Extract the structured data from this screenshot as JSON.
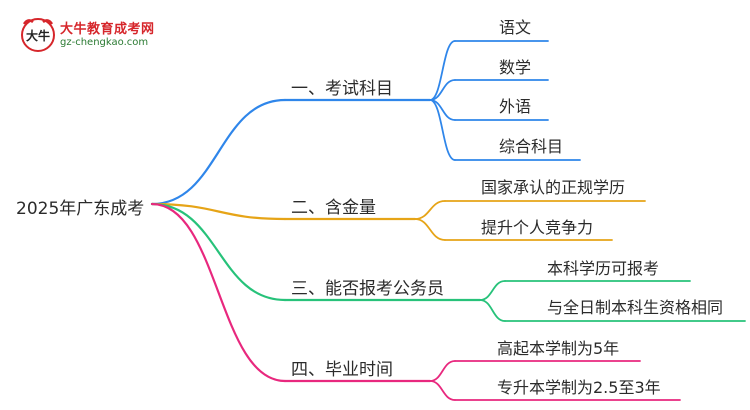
{
  "logo": {
    "name": "大牛教育成考网",
    "url": "gz-chengkao.com",
    "mark_text": "大牛"
  },
  "root": "2025年广东成考",
  "branches": [
    {
      "label": "一、考试科目",
      "color": "#2f86ea",
      "children": [
        "语文",
        "数学",
        "外语",
        "综合科目"
      ]
    },
    {
      "label": "二、含金量",
      "color": "#e6a417",
      "children": [
        "国家承认的正规学历",
        "提升个人竞争力"
      ]
    },
    {
      "label": "三、能否报考公务员",
      "color": "#27c27a",
      "children": [
        "本科学历可报考",
        "与全日制本科生资格相同"
      ]
    },
    {
      "label": "四、毕业时间",
      "color": "#e8287e",
      "children": [
        "高起本学制为5年",
        "专升本学制为2.5至3年"
      ]
    }
  ]
}
